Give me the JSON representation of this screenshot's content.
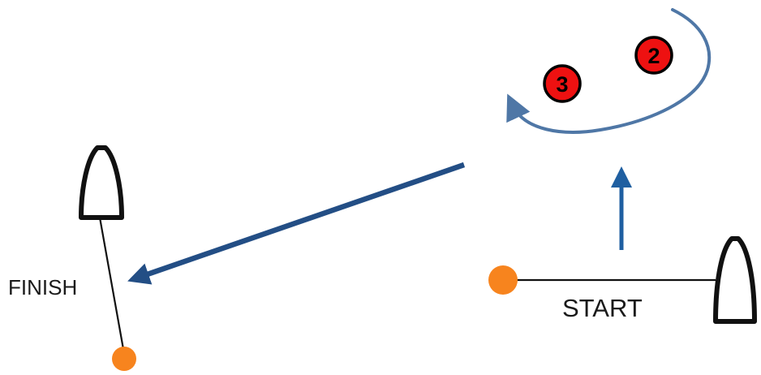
{
  "labels": {
    "finish": "FINISH",
    "start": "START"
  },
  "marks": {
    "mark_2": "2",
    "mark_3": "3"
  },
  "colors": {
    "route_arrow": "#234e85",
    "loop_arrow": "#4f77a6",
    "up_arrow": "#1f5fa1",
    "pin_buoy": "#f7841e",
    "mark_fill": "#ee1111",
    "line": "#111111"
  },
  "icons": [
    "boat-icon",
    "buoy-icon",
    "mark-icon",
    "arrow-icon"
  ]
}
